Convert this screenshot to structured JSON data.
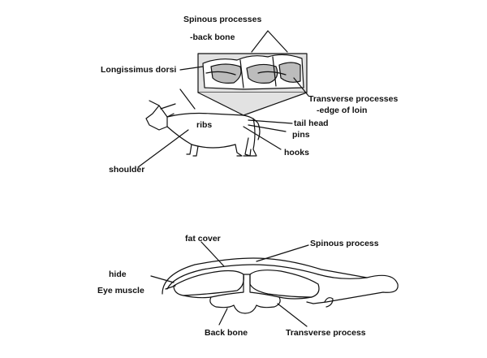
{
  "top_diagram": {
    "labels": {
      "spinous_processes": "Spinous processes",
      "back_bone": "-back bone",
      "longissimus_dorsi": "Longissimus  dorsi",
      "transverse_processes": "Transverse processes",
      "edge_of_loin": "-edge of loin",
      "ribs": "ribs",
      "tail_head": "tail head",
      "pins": "pins",
      "hooks": "hooks",
      "shoulder": "shoulder"
    }
  },
  "bottom_diagram": {
    "labels": {
      "fat_cover": "fat cover",
      "spinous_process": "Spinous process",
      "hide": "hide",
      "eye_muscle": "Eye muscle",
      "back_bone": "Back bone",
      "transverse_process": "Transverse process"
    }
  },
  "colors": {
    "ink": "#111111",
    "inset_fill": "#e2e2e2",
    "background": "#ffffff"
  }
}
